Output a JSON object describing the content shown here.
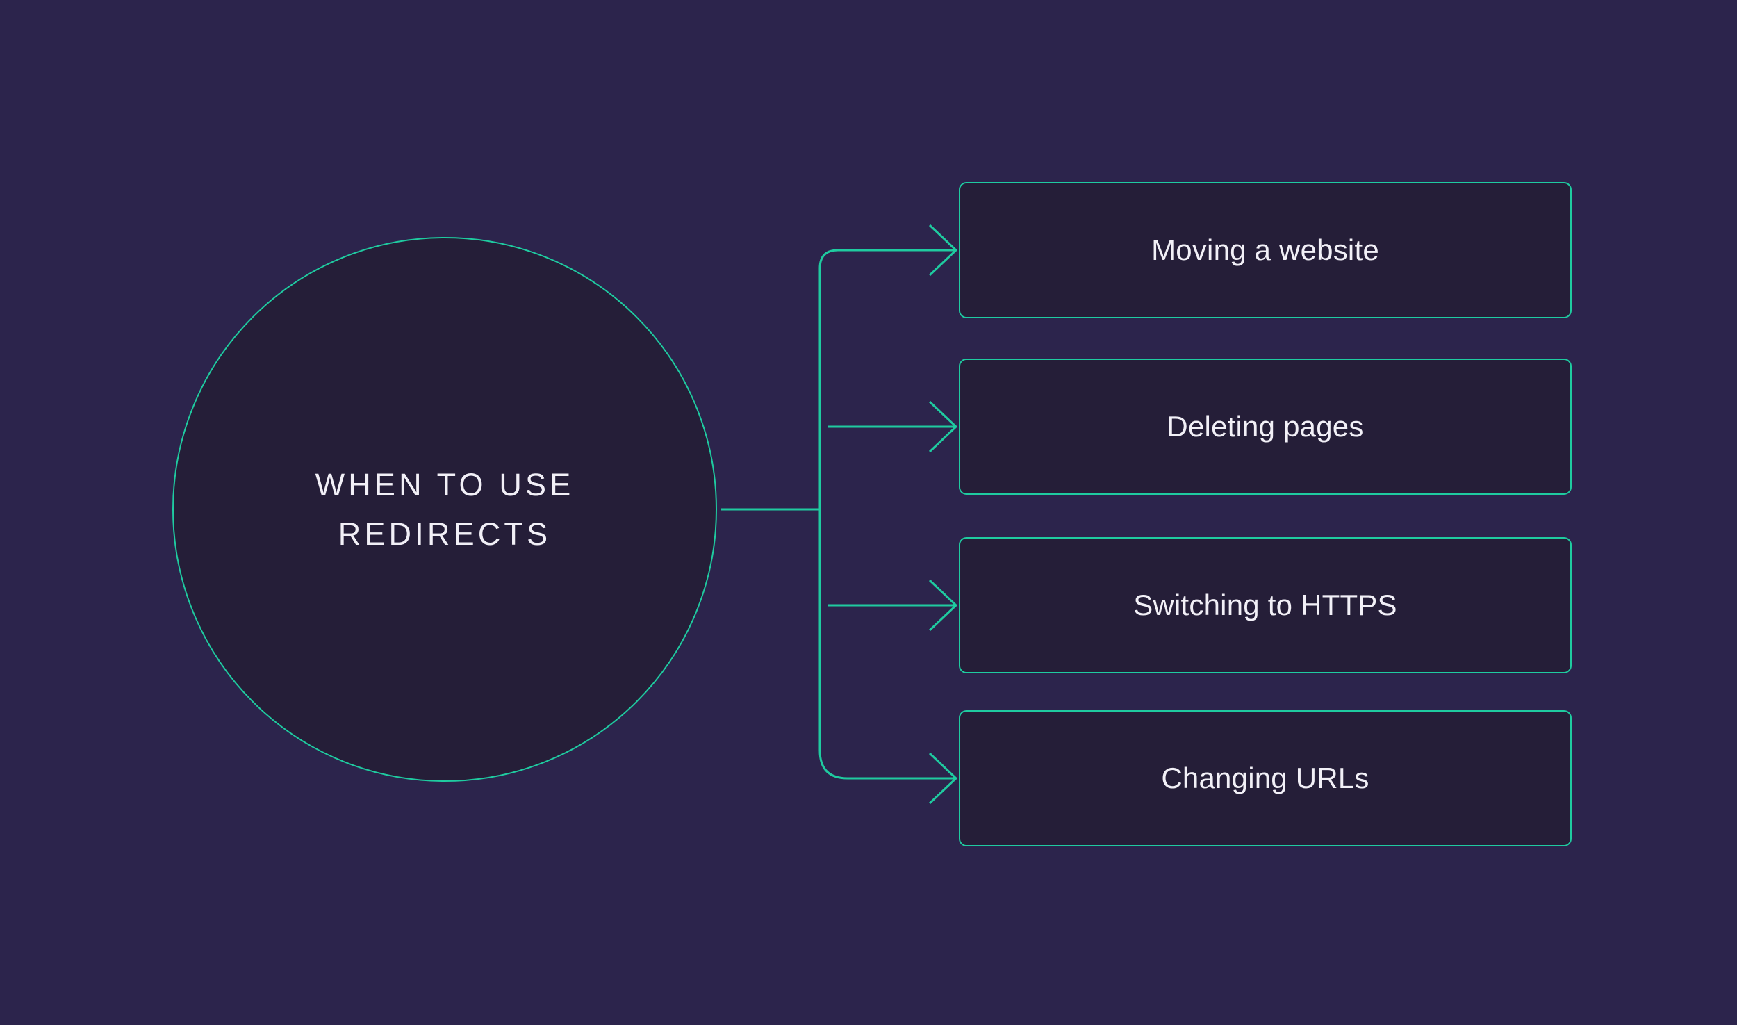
{
  "diagram": {
    "title": "When To Use Redirects",
    "type": "hub-and-spoke mind map",
    "background_color": "#2c244c",
    "node_fill_color": "#251e38",
    "accent_color": "#1fcba0",
    "text_color": "#f2f0f7",
    "hub": {
      "label": "WHEN TO USE\nREDIRECTS",
      "line_1": "WHEN TO USE",
      "line_2": "REDIRECTS",
      "shape": "circle"
    },
    "branches": [
      {
        "label": "Moving a website",
        "connector": "elbow-up",
        "arrow": "chevron-right"
      },
      {
        "label": "Deleting pages",
        "connector": "straight",
        "arrow": "chevron-right"
      },
      {
        "label": "Switching to HTTPS",
        "connector": "straight",
        "arrow": "chevron-right"
      },
      {
        "label": "Changing URLs",
        "connector": "elbow-down",
        "arrow": "chevron-right"
      }
    ]
  }
}
